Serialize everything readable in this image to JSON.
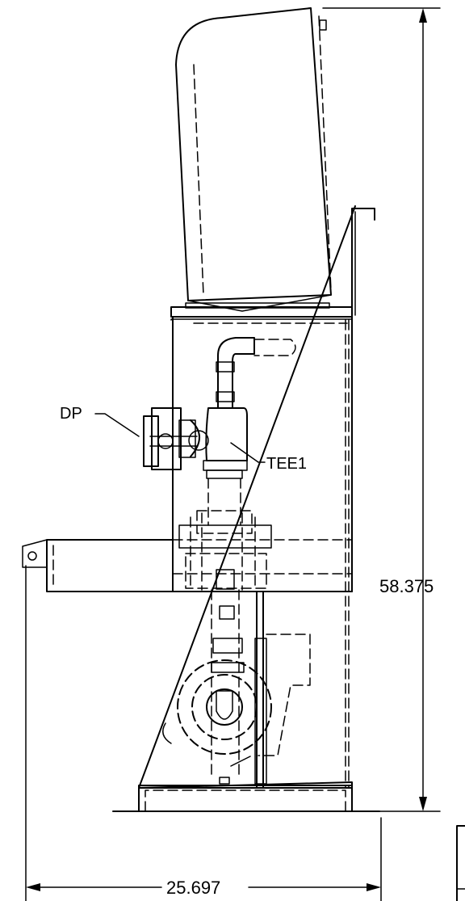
{
  "labels": {
    "dp": "DP",
    "tee": "TEE1"
  },
  "dimensions": {
    "height": "58.375",
    "width": "25.697"
  }
}
